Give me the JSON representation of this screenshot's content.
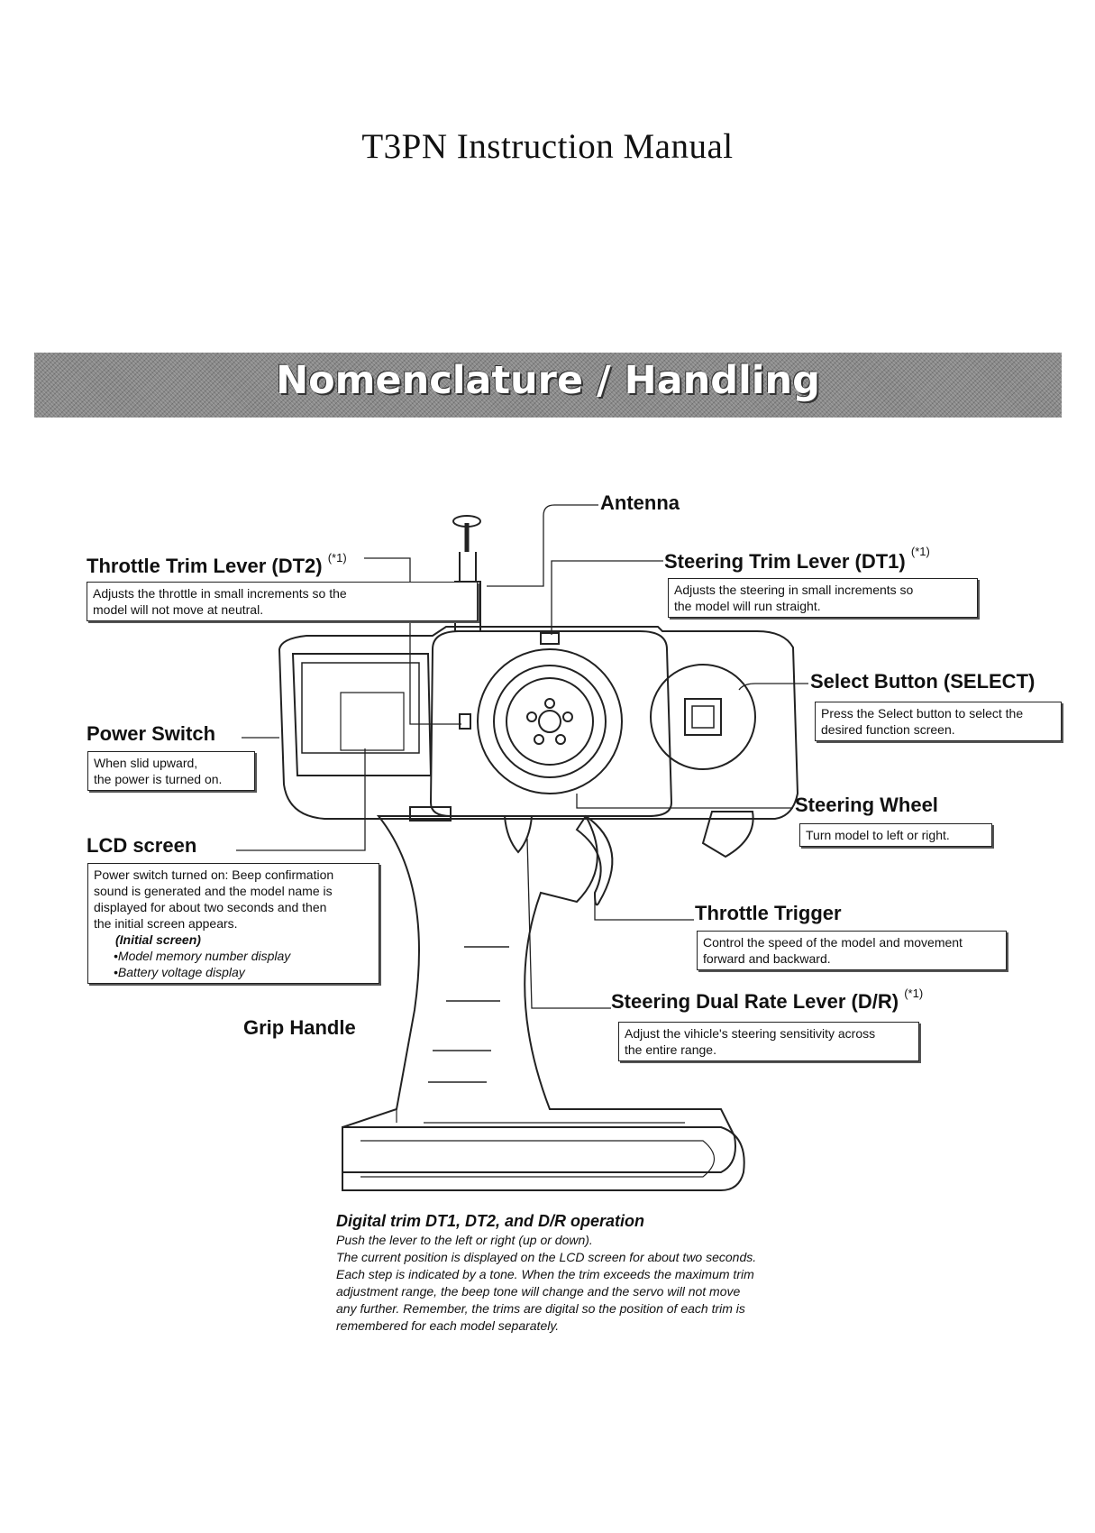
{
  "title": "T3PN Instruction Manual",
  "banner": "Nomenclature / Handling",
  "footnote_marker": "(*1)",
  "callouts": {
    "antenna": {
      "label": "Antenna"
    },
    "throttle_trim": {
      "label": "Throttle Trim Lever (DT2)",
      "lines": [
        "Adjusts the throttle in small increments so the",
        "model will not move at neutral."
      ]
    },
    "steering_trim": {
      "label": "Steering Trim Lever (DT1)",
      "lines": [
        "Adjusts the steering in small increments so",
        "the model will run straight."
      ]
    },
    "select_button": {
      "label": "Select Button (SELECT)",
      "lines": [
        "Press the Select button to select the",
        "desired function screen."
      ]
    },
    "power_switch": {
      "label": "Power Switch",
      "lines": [
        "When slid upward,",
        "the power is turned on."
      ]
    },
    "steering_wheel": {
      "label": "Steering Wheel",
      "lines": [
        "Turn model to left or right."
      ]
    },
    "lcd_screen": {
      "label": "LCD screen",
      "lines": [
        "Power switch turned on: Beep confirmation",
        "sound is generated and the model name is",
        "displayed for about two seconds and then",
        "the initial screen appears."
      ],
      "sub_heading": "(Initial screen)",
      "items": [
        "•Model memory number display",
        "•Battery voltage display"
      ]
    },
    "throttle_trigger": {
      "label": "Throttle Trigger",
      "lines": [
        "Control the speed of the model and movement",
        "forward and backward."
      ]
    },
    "grip_handle": {
      "label": "Grip Handle"
    },
    "dual_rate": {
      "label": "Steering Dual Rate Lever (D/R)",
      "lines": [
        "Adjust the vihicle's steering sensitivity across",
        "the entire range."
      ]
    }
  },
  "footnote": {
    "heading": "Digital trim DT1, DT2, and D/R operation",
    "lines": [
      "Push the lever to the left or right (up or down).",
      "The current position is displayed on the LCD screen for about two seconds.",
      "Each step is indicated by a tone. When the trim exceeds the maximum trim",
      "adjustment range, the beep tone will change and the servo will not move",
      "any further. Remember, the trims are digital so the position of each trim is",
      "remembered for each model separately."
    ]
  }
}
